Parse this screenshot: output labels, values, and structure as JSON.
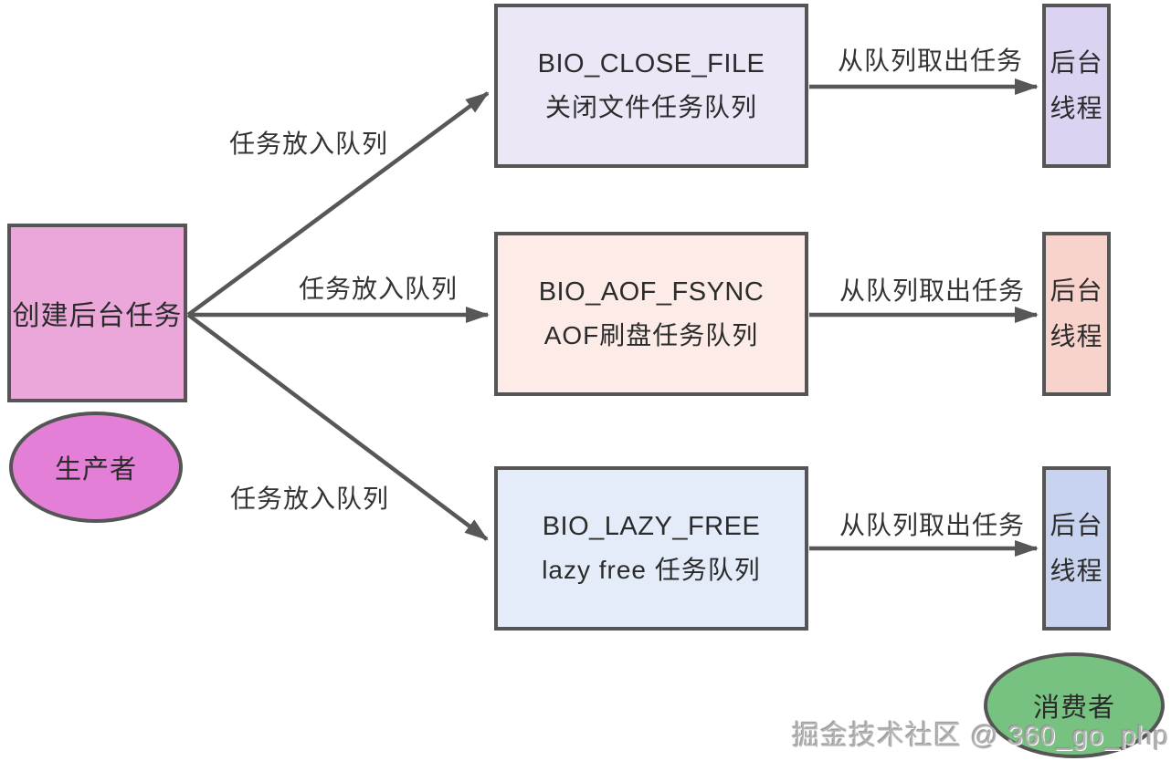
{
  "diagram": {
    "producer_box": {
      "label": "创建后台任务"
    },
    "producer_ellipse": {
      "label": "生产者"
    },
    "consumer_ellipse": {
      "label": "消费者"
    },
    "enqueue_label": "任务放入队列",
    "dequeue_label": "从队列取出任务",
    "thread_line1": "后台",
    "thread_line2": "线程",
    "queues": [
      {
        "name": "BIO_CLOSE_FILE",
        "desc": "关闭文件任务队列",
        "queue_fill": "#ece7f7",
        "thread_fill": "#dcd2f1"
      },
      {
        "name": "BIO_AOF_FSYNC",
        "desc": "AOF刷盘任务队列",
        "queue_fill": "#fcebe6",
        "thread_fill": "#f8d3cc"
      },
      {
        "name": "BIO_LAZY_FREE",
        "desc": "lazy free 任务队列",
        "queue_fill": "#e4ecf9",
        "thread_fill": "#c8d4ef"
      }
    ],
    "watermark": "掘金技术社区 @ 360_go_php",
    "colors": {
      "producer_box_fill": "#eba7d9",
      "producer_ellipse_fill": "#e37fd6",
      "consumer_ellipse_fill": "#78c281",
      "node_border": "#555555",
      "arrow": "#575757",
      "text": "#2b2b2b",
      "watermark_text": "#b3b3b3"
    }
  }
}
